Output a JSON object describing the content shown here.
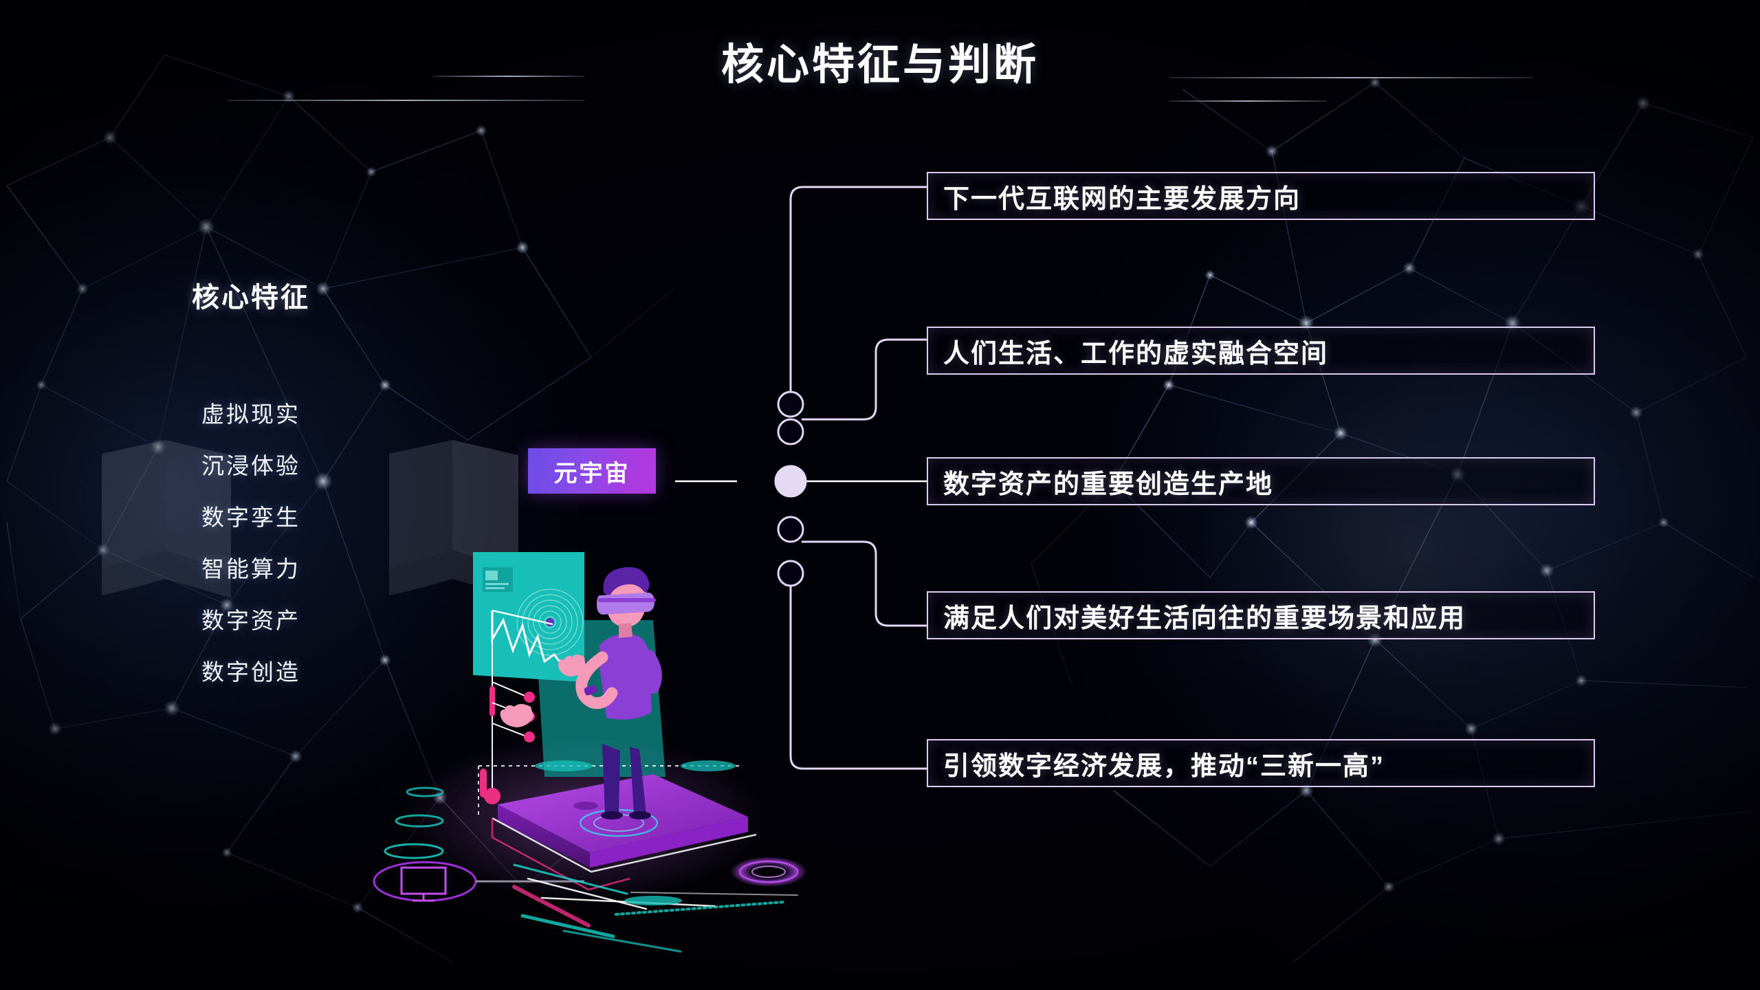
{
  "slide": {
    "title": "核心特征与判断",
    "background_color": "#010108",
    "accent_color": "#ddcaf0",
    "badge_gradient_from": "#6c4de8",
    "badge_gradient_to": "#b43ae0"
  },
  "left_panel": {
    "heading": "核心特征",
    "features": [
      "虚拟现实",
      "沉浸体验",
      "数字孪生",
      "智能算力",
      "数字资产",
      "数字创造"
    ]
  },
  "center": {
    "badge_label": "元宇宙"
  },
  "judgements": [
    {
      "text": "下一代互联网的主要发展方向"
    },
    {
      "text": "人们生活、工作的虚实融合空间"
    },
    {
      "text": "数字资产的重要创造生产地"
    },
    {
      "text": "满足人们对美好生活向往的重要场景和应用"
    },
    {
      "text": "引领数字经济发展，推动“三新一高”"
    }
  ],
  "nodes": [
    {
      "name": "node-1",
      "filled": false
    },
    {
      "name": "node-2",
      "filled": false
    },
    {
      "name": "node-3",
      "filled": true
    },
    {
      "name": "node-4",
      "filled": false
    },
    {
      "name": "node-5",
      "filled": false
    }
  ],
  "illustration": {
    "description": "vr-user-on-platform",
    "screen_color": "#17bfb8",
    "person_shirt_color": "#8b3fd4",
    "platform_color": "#9b30d9",
    "accent_pink": "#ec2f83"
  }
}
